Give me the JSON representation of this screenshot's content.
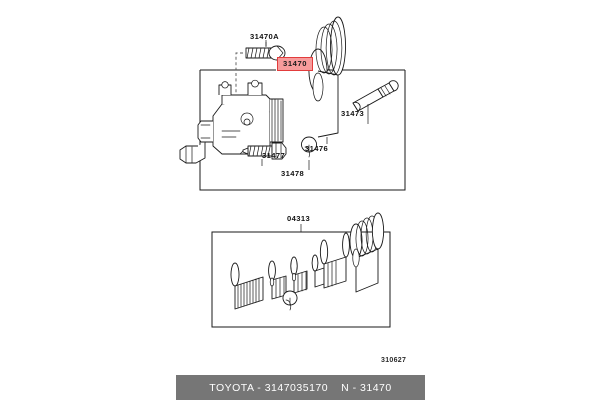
{
  "diagram": {
    "title_code": "310627",
    "groups": [
      {
        "id": "upper-assembly",
        "label": "31470",
        "highlighted": true,
        "description": "clutch-master-cylinder-assembly",
        "parts": [
          {
            "number": "31470A",
            "name": "mounting-bolt"
          },
          {
            "number": "31473",
            "name": "push-rod"
          },
          {
            "number": "31476",
            "name": "cylinder-boot"
          },
          {
            "number": "31477",
            "name": "bleeder-screw"
          },
          {
            "number": "31478",
            "name": "bleeder-cap"
          }
        ]
      },
      {
        "id": "lower-assembly",
        "label": "04313",
        "highlighted": false,
        "description": "cylinder-repair-kit",
        "parts": []
      }
    ]
  },
  "banner": {
    "brand": "TOYOTA",
    "separator": "-",
    "part_number": "3147035170",
    "prefix": "N",
    "group_number": "31470",
    "text_left": "TOYOTA - 3147035170",
    "text_right": "N - 31470"
  },
  "colors": {
    "highlight_fill": "#f79c9c",
    "highlight_border": "#e23c3c",
    "banner_background": "#767676",
    "banner_text": "#ffffff",
    "line": "#1a1a1a",
    "page_background": "#ffffff"
  }
}
